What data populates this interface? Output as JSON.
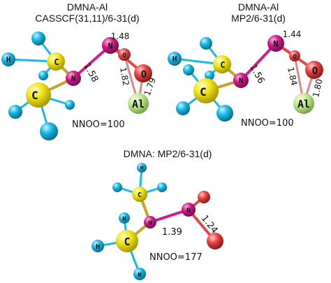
{
  "panels": [
    {
      "title_line1": "DMNA-Al",
      "title_line2": "CASSCF(31,11)/6-31(d)",
      "dihedral": "NNOO=100",
      "bonds": {
        "n_o1": "1.48",
        "n_o2": "1.82",
        "n_n": "1.58",
        "o_al": "1.79"
      },
      "atoms": {
        "c1": "C",
        "c2": "C",
        "n1": "N",
        "n2": "N",
        "o": "O",
        "al": "Al",
        "h": "H"
      }
    },
    {
      "title_line1": "DMNA-Al",
      "title_line2": "MP2/6-31(d)",
      "dihedral": "NNOO=100",
      "bonds": {
        "n_o1": "1.44",
        "n_o2": "1.84",
        "n_n": "1.56",
        "o_al": "1.80"
      },
      "atoms": {
        "c1": "C",
        "c2": "C",
        "n1": "N",
        "n2": "N",
        "o": "O",
        "al": "Al",
        "h": "H"
      }
    },
    {
      "title_line1": "DMNA: MP2/6-31(d)",
      "dihedral": "NNOO=177",
      "bonds": {
        "n_n": "1.39",
        "n_o": "1.24"
      },
      "atoms": {
        "c1": "C",
        "c2": "C",
        "n1": "N",
        "n2": "N",
        "h": "H"
      }
    }
  ],
  "colors": {
    "carbon": "#f2e61a",
    "nitrogen": "#d11c8c",
    "oxygen": "#e84545",
    "hydrogen": "#1ab8e8",
    "aluminum": "#bfe68a",
    "bond_h": "#1ab8e8"
  }
}
